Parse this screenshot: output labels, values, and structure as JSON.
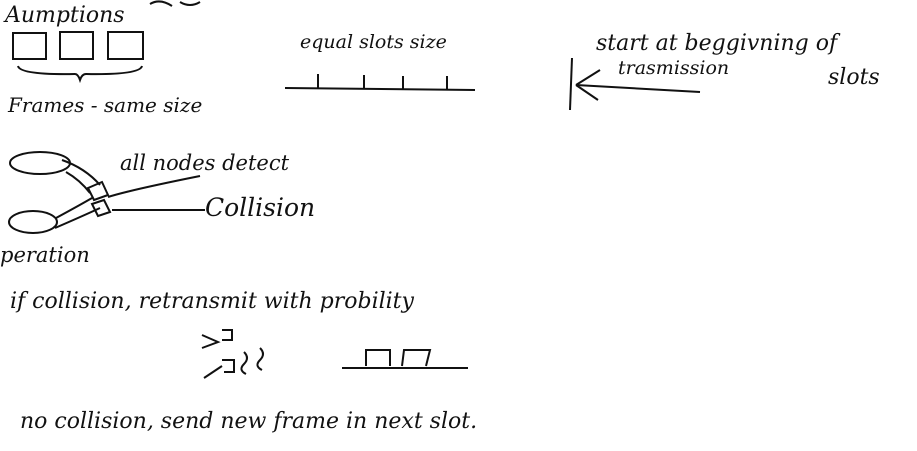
{
  "notes": {
    "assumptions": "Aumptions",
    "frames": "Frames - same size",
    "equal_slots": "equal slots size",
    "start_line1": "start at beggivning of",
    "start_line2": "trasmission",
    "start_line3": "slots",
    "all_nodes": "all nodes detect",
    "collision": "Collision",
    "operation": "peration",
    "if_collision": "if collision, retransmit with probility",
    "no_collision": "no collision, send new frame in next slot."
  }
}
